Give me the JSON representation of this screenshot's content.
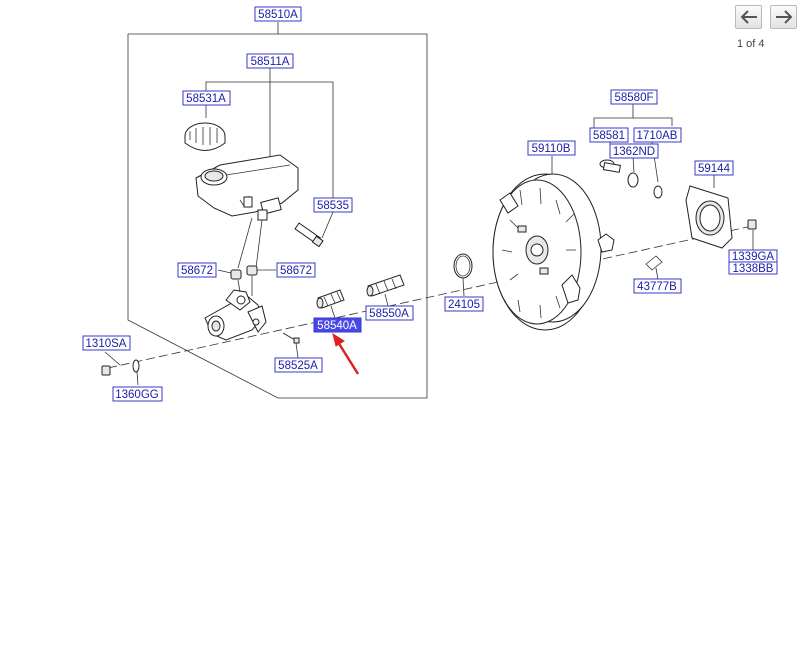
{
  "navigation": {
    "prev_icon": "arrow-left-icon",
    "next_icon": "arrow-right-icon",
    "page_indicator": "1 of 4"
  },
  "callouts": {
    "c58510A": "58510A",
    "c58511A": "58511A",
    "c58531A": "58531A",
    "c58535": "58535",
    "c58672a": "58672",
    "c58672b": "58672",
    "c58540A": "58540A",
    "c58550A": "58550A",
    "c58525A": "58525A",
    "c1310SA": "1310SA",
    "c1360GG": "1360GG",
    "c58580F": "58580F",
    "c58581": "58581",
    "c1710AB": "1710AB",
    "c1362ND": "1362ND",
    "c59110B": "59110B",
    "c59144": "59144",
    "c24105": "24105",
    "c43777B": "43777B",
    "c1339GA": "1339GA",
    "c1338BB": "1338BB"
  },
  "selected_part": "58540A",
  "colors": {
    "callout_text": "#1c1ca8",
    "callout_border": "#3838c8",
    "selected_fill": "#4848e8",
    "pointer_arrow": "#e02020"
  }
}
